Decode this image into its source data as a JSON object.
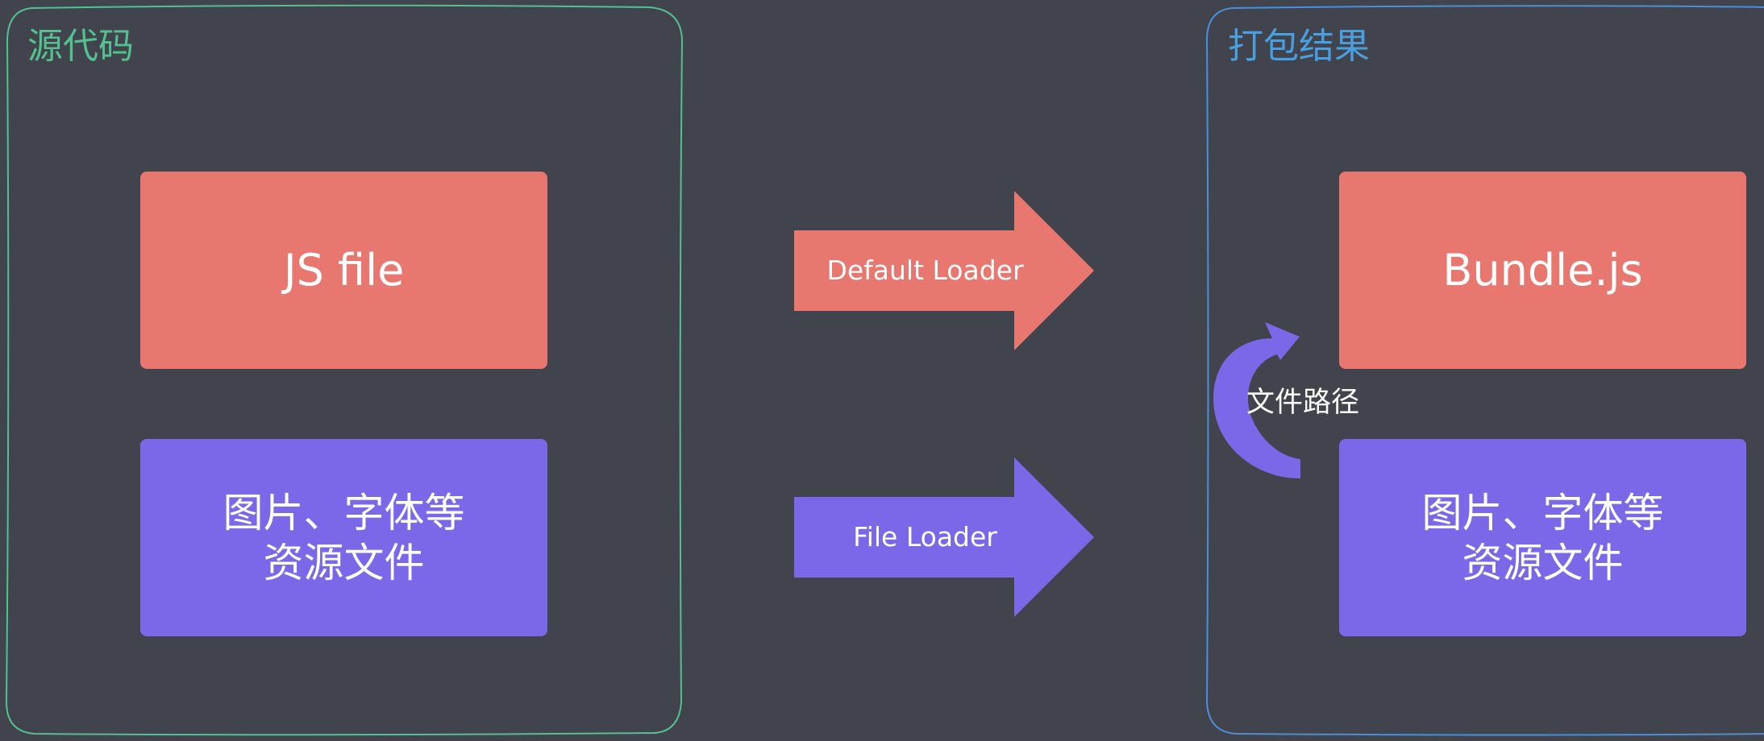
{
  "colors": {
    "background": "#41444c",
    "source_frame": "#55c08f",
    "output_frame": "#4a8fd8",
    "js_box": "#e8776f",
    "asset_box": "#7b68e8",
    "default_arrow": "#e8776f",
    "file_arrow": "#7b68e8",
    "curve_arrow": "#7b68e8"
  },
  "source": {
    "title": "源代码",
    "js_box_label": "JS file",
    "assets_box_line1": "图片、字体等",
    "assets_box_line2": "资源文件"
  },
  "arrows": {
    "default_loader": "Default Loader",
    "file_loader": "File Loader"
  },
  "output": {
    "title": "打包结果",
    "bundle_box_label": "Bundle.js",
    "assets_box_line1": "图片、字体等",
    "assets_box_line2": "资源文件",
    "curve_label": "文件路径"
  }
}
